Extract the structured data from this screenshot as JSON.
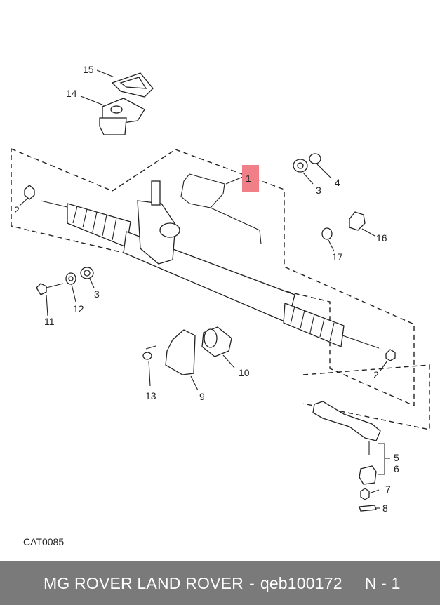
{
  "callouts": {
    "c1": "1",
    "c2a": "2",
    "c2b": "2",
    "c3a": "3",
    "c3b": "3",
    "c4": "4",
    "c5": "5",
    "c6": "6",
    "c7": "7",
    "c8": "8",
    "c9": "9",
    "c10": "10",
    "c11": "11",
    "c12": "12",
    "c13": "13",
    "c14": "14",
    "c15": "15",
    "c16": "16",
    "c17": "17"
  },
  "highlight_color": "#f07f88",
  "catalog_code": "CAT0085",
  "footer": {
    "brand": "MG ROVER LAND ROVER",
    "separator": "-",
    "part_number": "qeb100172",
    "position": "N - 1",
    "background": "#7a7a7a"
  }
}
